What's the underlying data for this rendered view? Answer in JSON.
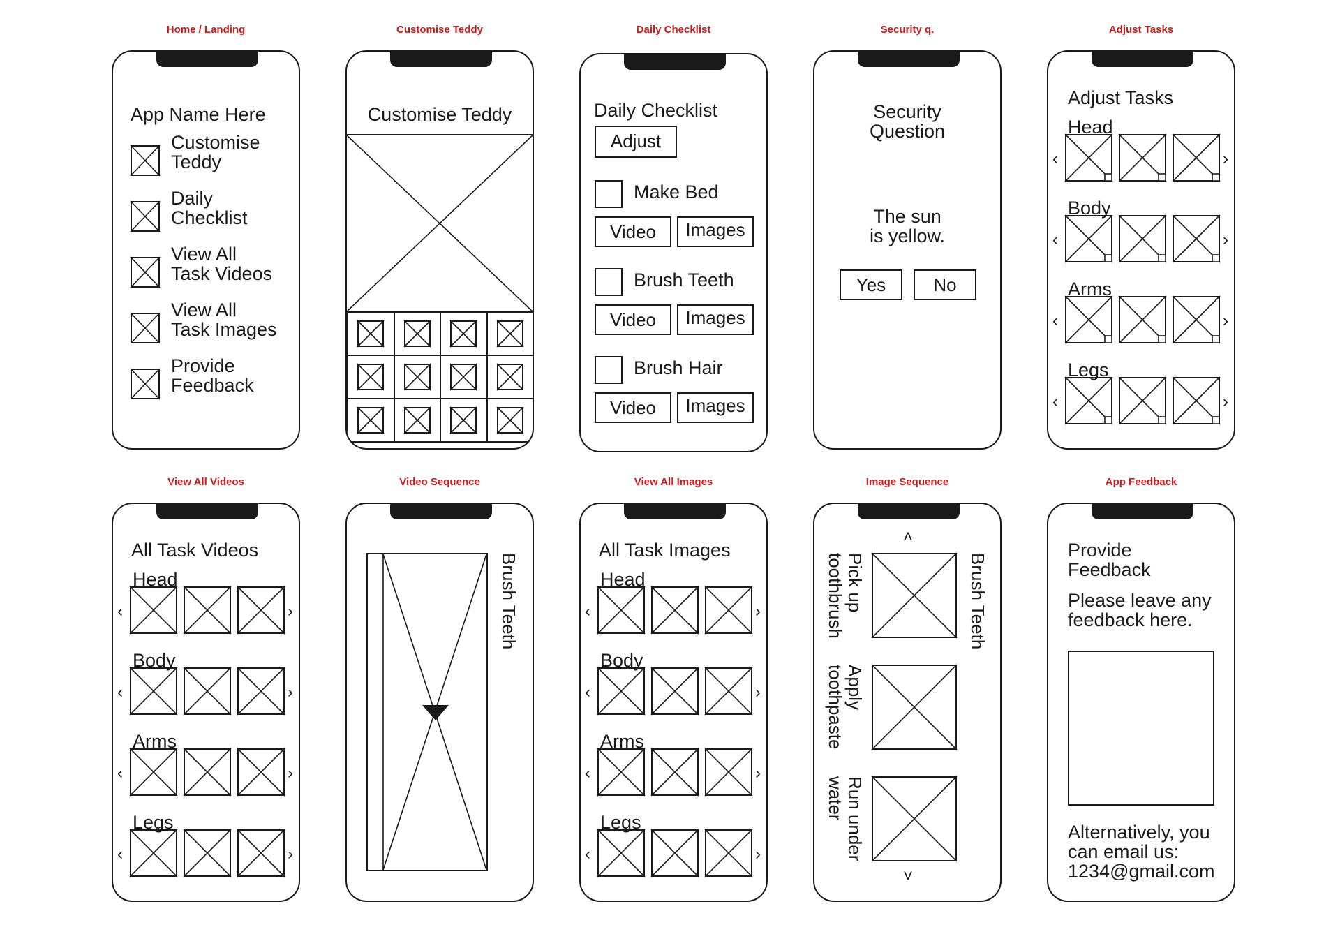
{
  "screens": {
    "landing": {
      "caption": "Home / Landing",
      "app_name": "App Name Here",
      "menu": [
        {
          "line1": "Customise",
          "line2": "Teddy"
        },
        {
          "line1": "Daily",
          "line2": "Checklist"
        },
        {
          "line1": "View All",
          "line2": "Task Videos"
        },
        {
          "line1": "View All",
          "line2": "Task Images"
        },
        {
          "line1": "Provide",
          "line2": "Feedback"
        }
      ]
    },
    "customise": {
      "caption": "Customise Teddy",
      "title": "Customise Teddy"
    },
    "checklist": {
      "caption": "Daily Checklist",
      "title": "Daily Checklist",
      "adjust_label": "Adjust",
      "tasks": [
        {
          "label": "Make Bed",
          "video": "Video",
          "images": "Images"
        },
        {
          "label": "Brush Teeth",
          "video": "Video",
          "images": "Images"
        },
        {
          "label": "Brush Hair",
          "video": "Video",
          "images": "Images"
        }
      ]
    },
    "security": {
      "caption": "Security q.",
      "title_line1": "Security",
      "title_line2": "Question",
      "question_line1": "The sun",
      "question_line2": "is yellow.",
      "yes_label": "Yes",
      "no_label": "No"
    },
    "adjust": {
      "caption": "Adjust Tasks",
      "title": "Adjust Tasks",
      "groups": [
        "Head",
        "Body",
        "Arms",
        "Legs"
      ]
    },
    "videos": {
      "caption": "View All Videos",
      "title": "All Task Videos",
      "groups": [
        "Head",
        "Body",
        "Arms",
        "Legs"
      ]
    },
    "video_sequence": {
      "caption": "Video Sequence",
      "side_label": "Brush Teeth"
    },
    "images": {
      "caption": "View All Images",
      "title": "All Task Images",
      "groups": [
        "Head",
        "Body",
        "Arms",
        "Legs"
      ]
    },
    "image_sequence": {
      "caption": "Image Sequence",
      "side_label": "Brush Teeth",
      "steps": [
        {
          "line1": "Pick up",
          "line2": "toothbrush"
        },
        {
          "line1": "Apply",
          "line2": "toothpaste"
        },
        {
          "line1": "Run under",
          "line2": "water"
        }
      ]
    },
    "feedback": {
      "caption": "App Feedback",
      "title_line1": "Provide",
      "title_line2": "Feedback",
      "prompt_line1": "Please leave any",
      "prompt_line2": "feedback here.",
      "alt_line1": "Alternatively, you",
      "alt_line2": "can email us:",
      "email": "1234@gmail.com"
    }
  },
  "colors": {
    "caption": "#cc1b1b",
    "ink": "#1a1a1a",
    "background": "#ffffff"
  },
  "icons": {
    "placeholder": "crossed-box-icon",
    "scroll_left": "chevron-left-icon",
    "scroll_right": "chevron-right-icon",
    "scroll_up": "chevron-up-icon",
    "scroll_down": "chevron-down-icon",
    "play": "play-triangle-icon"
  }
}
